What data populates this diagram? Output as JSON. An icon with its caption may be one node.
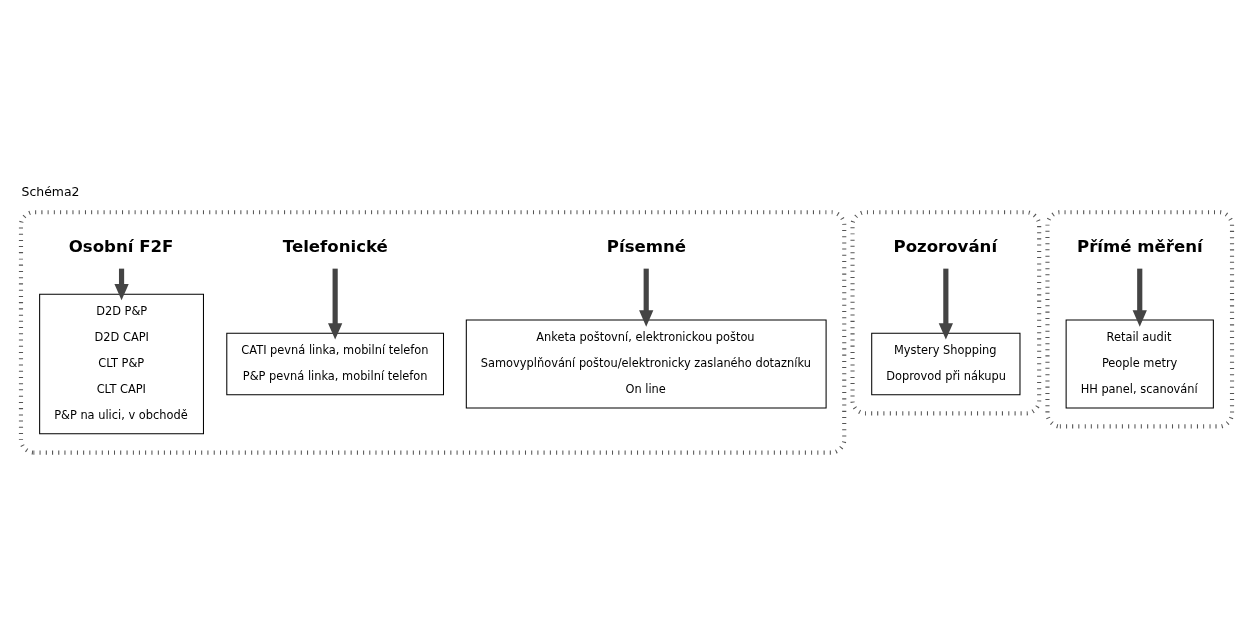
{
  "diagram": {
    "title": "Schéma2",
    "nodes": [
      {
        "text": [],
        "shape": "ellipse"
      },
      {
        "text": [
          "Osobní F2F"
        ],
        "in": 0
      },
      {
        "text": [
          "D2D P&P",
          "D2D CAPI",
          "CLT P&P",
          "CLT CAPI",
          "P&P na ulici, v obchodě"
        ],
        "in": 0
      },
      {
        "text": [
          "Telefonické"
        ],
        "in": 0
      },
      {
        "text": [
          "CATI pevná linka, mobilní telefon",
          "P&P pevná linka, mobilní telefon"
        ],
        "in": 0
      },
      {
        "text": [
          "Písemné"
        ],
        "in": 0
      },
      {
        "text": [
          "Anketa poštovní, elektronickou poštou",
          "Samovyplňování poštou/elektronicky zaslaného dotazníku",
          "On line"
        ],
        "in": 0
      },
      {
        "text": [],
        "shape": "ellipse"
      },
      {
        "text": [
          "Pozorování"
        ],
        "in": 7
      },
      {
        "text": [
          "Mystery Shopping",
          "Doprovod při nákupu"
        ],
        "in": 7
      },
      {
        "text": [],
        "shape": "ellipse"
      },
      {
        "text": [
          "Přímé měření"
        ],
        "in": 10
      },
      {
        "text": [
          "Retail audit",
          "People metry",
          "HH panel, scanování"
        ],
        "in": 10
      }
    ],
    "edges": [
      {
        "from": 1,
        "to": 2,
        "arrow": "to"
      },
      {
        "from": 3,
        "to": 4,
        "arrow": "to"
      },
      {
        "from": 5,
        "to": 6,
        "arrow": "to"
      },
      {
        "from": 8,
        "to": 9,
        "arrow": "to"
      },
      {
        "from": 11,
        "to": 12,
        "arrow": "to"
      }
    ]
  }
}
